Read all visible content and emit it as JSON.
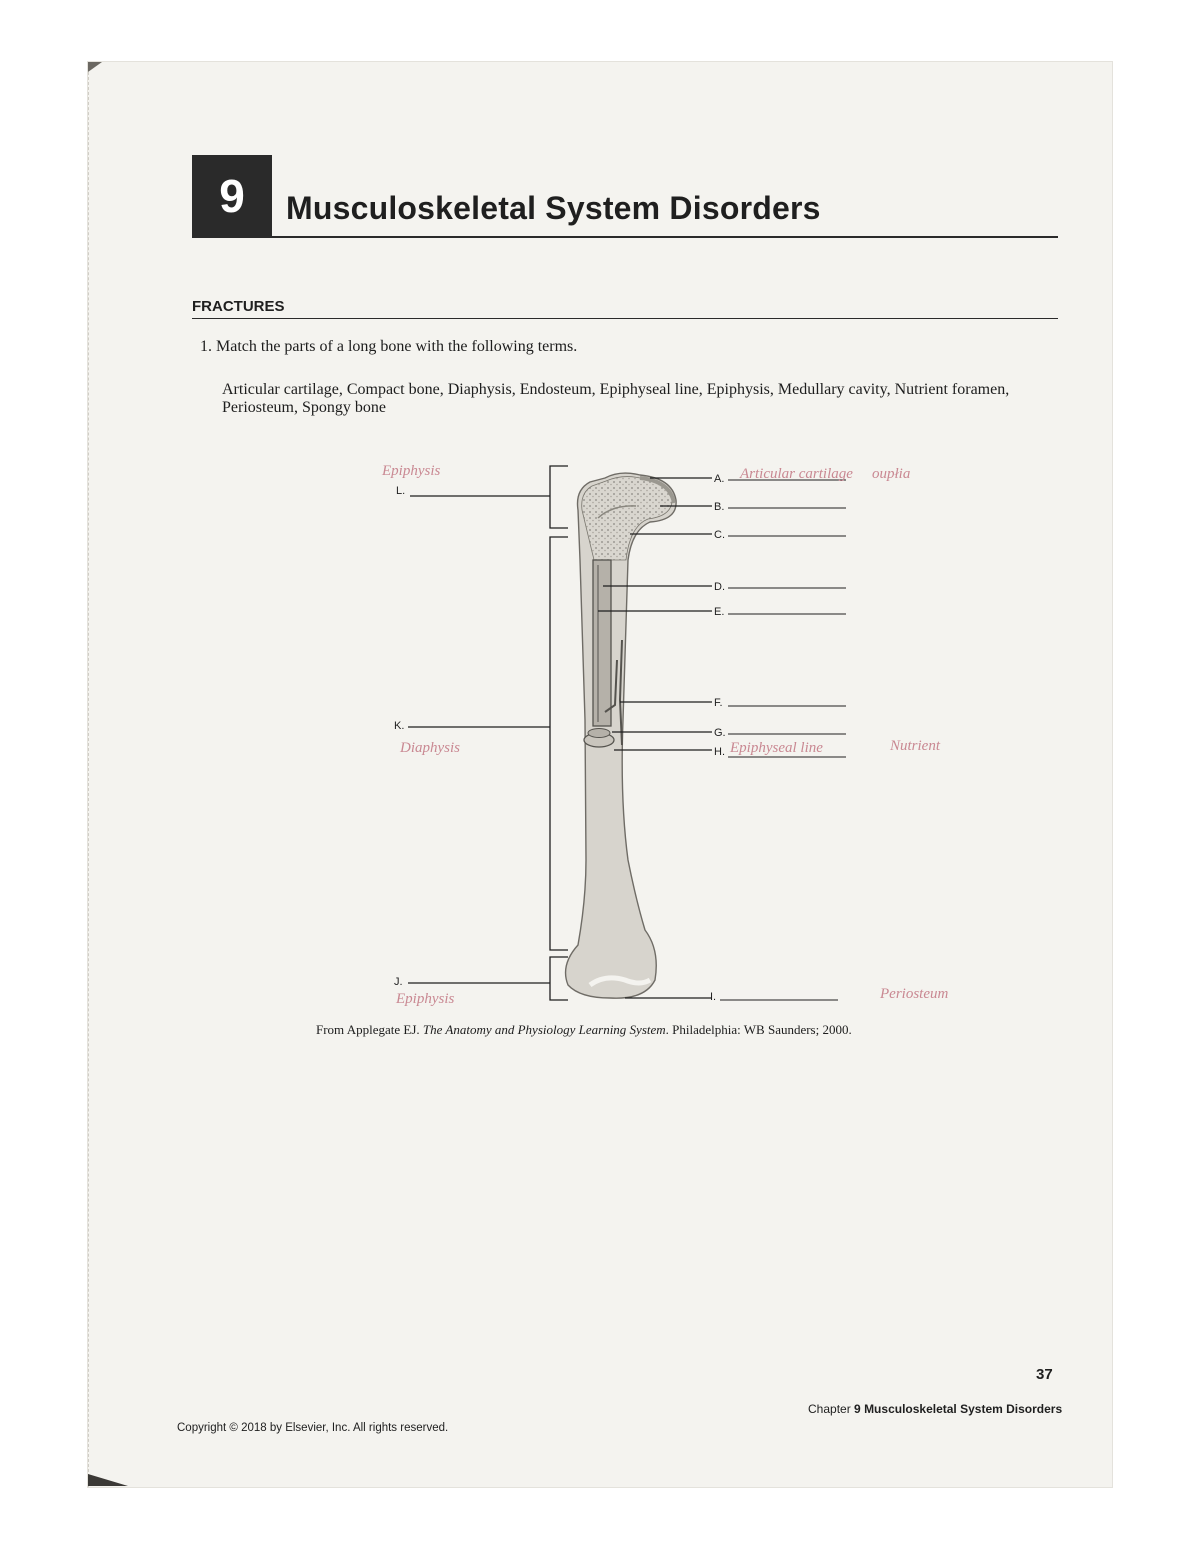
{
  "chapter": {
    "number": "9",
    "title": "Musculoskeletal System Disorders"
  },
  "section": {
    "title": "FRACTURES"
  },
  "question": {
    "text": "1. Match the parts of a long bone with the following terms.",
    "terms": "Articular cartilage, Compact bone, Diaphysis, Endosteum, Epiphyseal line, Epiphysis, Medullary cavity, Nutrient foramen, Periosteum, Spongy bone"
  },
  "diagram": {
    "labels": {
      "a": "A.",
      "b": "B.",
      "c": "C.",
      "d": "D.",
      "e": "E.",
      "f": "F.",
      "g": "G.",
      "h": "H.",
      "i": "I.",
      "j": "J.",
      "k": "K.",
      "l": "L."
    },
    "credit_prefix": "From Applegate EJ. ",
    "credit_title": "The Anatomy and Physiology Learning System",
    "credit_suffix": ". Philadelphia: WB Saunders; 2000."
  },
  "handwriting": {
    "l": "Epiphysis",
    "a": "Articular cartilage",
    "a_right": "oupłia",
    "k": "Diaphysis",
    "h": "Epiphyseal line",
    "h_right": "Nutrient",
    "j": "Epiphysis",
    "i": "Periosteum"
  },
  "footer": {
    "page_number": "37",
    "running_prefix": "Chapter ",
    "running_number": "9",
    "running_title": "Musculoskeletal System Disorders",
    "copyright": "Copyright © 2018 by Elsevier, Inc. All rights reserved."
  }
}
